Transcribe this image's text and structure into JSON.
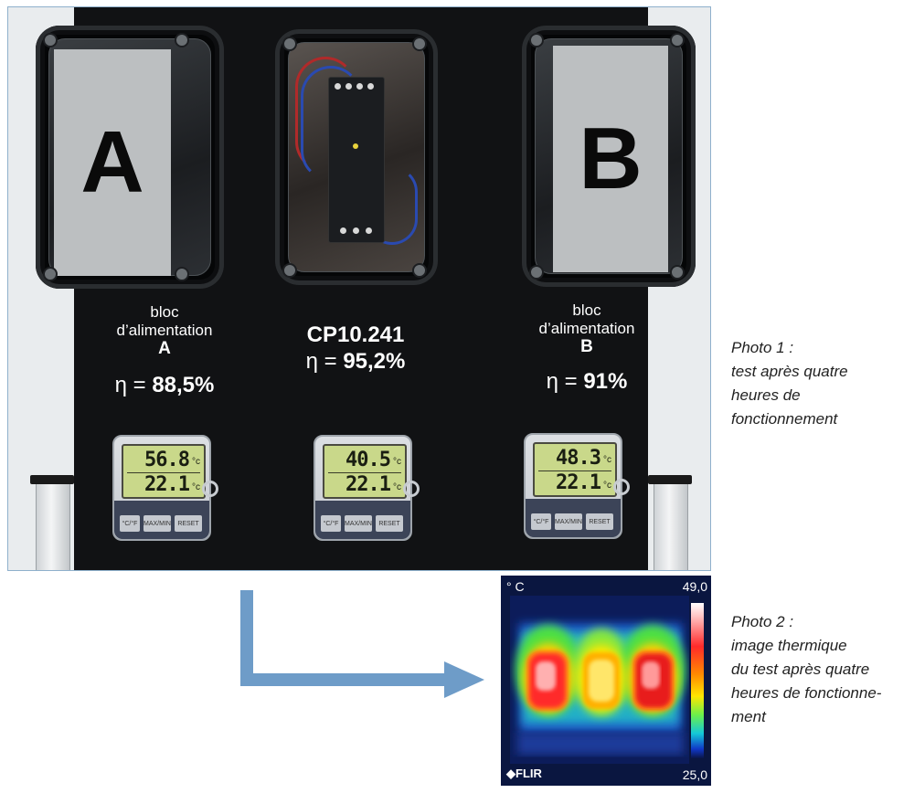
{
  "photo1": {
    "enclosure_a_letter": "A",
    "enclosure_b_letter": "B",
    "left_caption": {
      "line1": "bloc",
      "line2": "d’alimentation",
      "letter": "A",
      "eff_prefix": "η = ",
      "eff_value": "88,5%"
    },
    "center_caption": {
      "model": "CP10.241",
      "eff_prefix": "η = ",
      "eff_value": "95,2%"
    },
    "right_caption": {
      "line1": "bloc",
      "line2": "d’alimentation",
      "letter": "B",
      "eff_prefix": "η = ",
      "eff_value": "91%"
    },
    "thermometers": [
      {
        "out": "56.8",
        "in": "22.1",
        "unit": "°c"
      },
      {
        "out": "40.5",
        "in": "22.1",
        "unit": "°c"
      },
      {
        "out": "48.3",
        "in": "22.1",
        "unit": "°c"
      }
    ],
    "thermo_buttons": [
      "°C/°F",
      "MAX/MIN",
      "RESET"
    ]
  },
  "photo2": {
    "unit": "° C",
    "max": "49,0",
    "min": "25,0",
    "brand": "FLIR"
  },
  "notes": {
    "photo1": [
      "Photo 1 :",
      "test après quatre",
      "heures de",
      "fonctionnement"
    ],
    "photo2": [
      "Photo 2 :",
      "image thermique",
      "du test après quatre",
      "heures de fonctionne-",
      "ment"
    ]
  },
  "colors": {
    "frame": "#8fb0cc",
    "board": "#111214",
    "arrow": "#6e9cc8"
  }
}
